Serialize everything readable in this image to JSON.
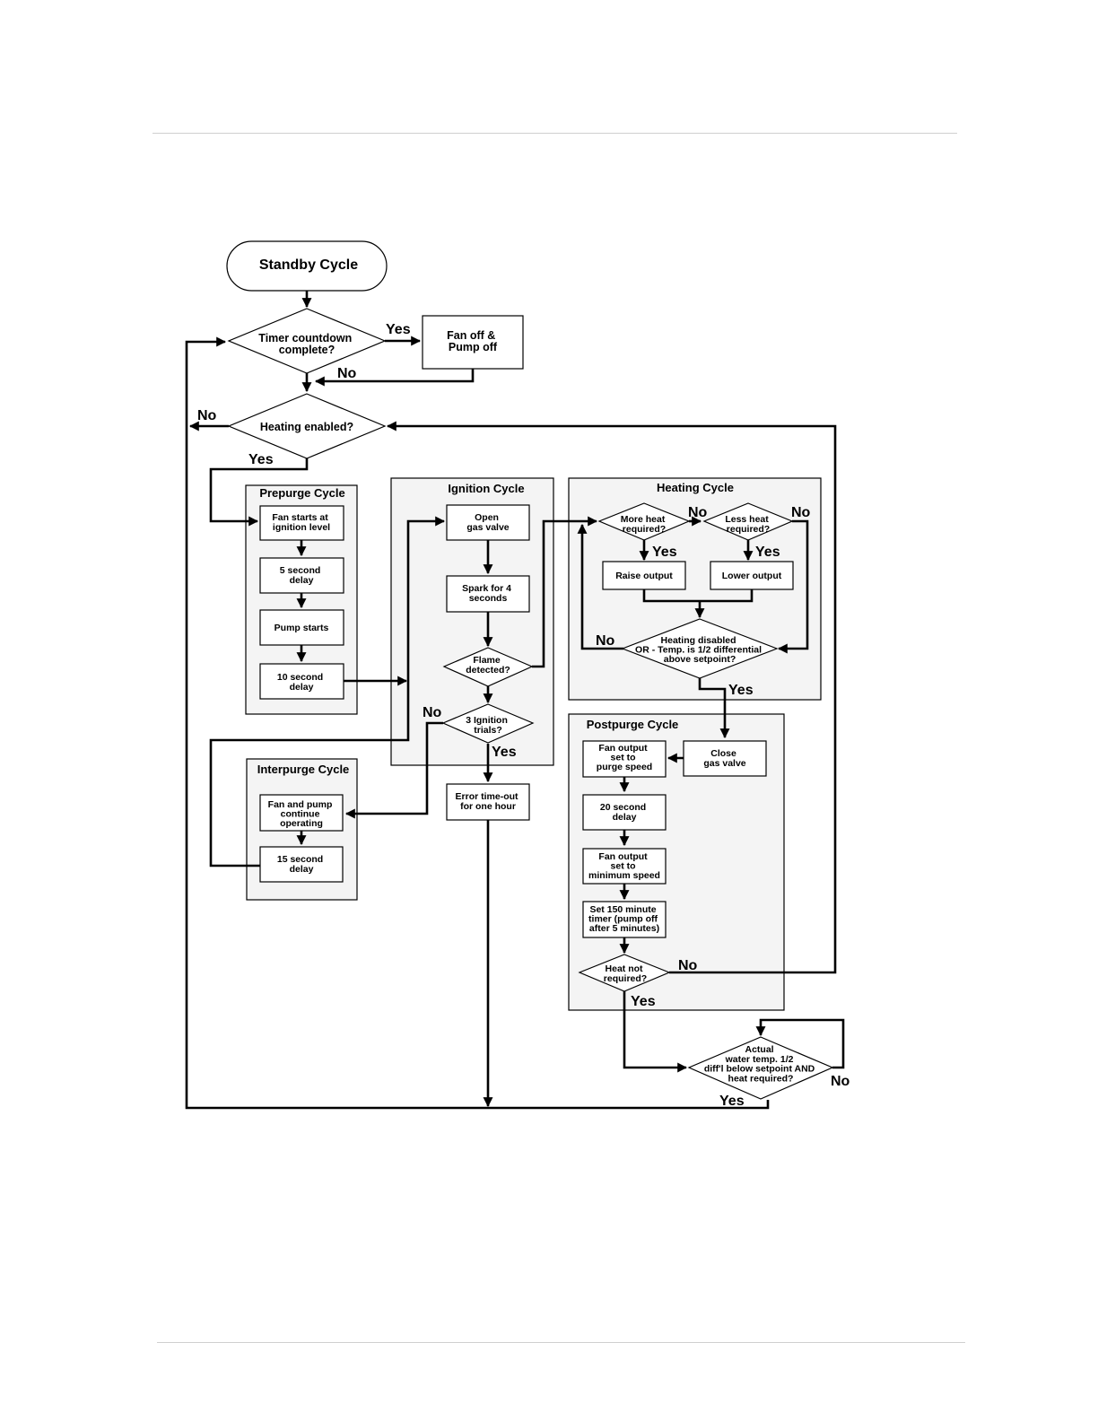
{
  "standby": "Standby Cycle",
  "timer_q": [
    "Timer countdown",
    "complete?"
  ],
  "fan_pump_off": [
    "Fan off &",
    "Pump off"
  ],
  "heating_enabled_q": "Heating enabled?",
  "labels": {
    "yes": "Yes",
    "no": "No"
  },
  "prepurge": {
    "title": "Prepurge Cycle",
    "steps": [
      [
        "Fan starts at",
        "ignition level"
      ],
      [
        "5 second",
        "delay"
      ],
      [
        "Pump starts"
      ],
      [
        "10 second",
        "delay"
      ]
    ]
  },
  "ignition": {
    "title": "Ignition Cycle",
    "open_valve": [
      "Open",
      "gas valve"
    ],
    "spark": [
      "Spark for 4",
      "seconds"
    ],
    "flame_q": [
      "Flame",
      "detected?"
    ],
    "trials_q": [
      "3 Ignition",
      "trials?"
    ],
    "error": [
      "Error time-out",
      "for one hour"
    ]
  },
  "interpurge": {
    "title": "Interpurge Cycle",
    "steps": [
      [
        "Fan and pump",
        "continue",
        "operating"
      ],
      [
        "15 second",
        "delay"
      ]
    ]
  },
  "heating": {
    "title": "Heating Cycle",
    "more_q": [
      "More heat",
      "required?"
    ],
    "less_q": [
      "Less heat",
      "required?"
    ],
    "raise": "Raise output",
    "lower": "Lower output",
    "disabled_q": [
      "Heating disabled",
      "OR - Temp. is 1/2 differential",
      "above setpoint?"
    ]
  },
  "postpurge": {
    "title": "Postpurge Cycle",
    "close_valve": [
      "Close",
      "gas valve"
    ],
    "steps": [
      [
        "Fan output",
        "set to",
        "purge speed"
      ],
      [
        "20 second",
        "delay"
      ],
      [
        "Fan output",
        "set to",
        "minimum speed"
      ],
      [
        "Set 150 minute",
        "timer (pump off",
        "after 5 minutes)"
      ]
    ],
    "heat_not_q": [
      "Heat not",
      "required?"
    ]
  },
  "actual_q": [
    "Actual",
    "water temp. 1/2",
    "diff'l below setpoint AND",
    "heat required?"
  ]
}
